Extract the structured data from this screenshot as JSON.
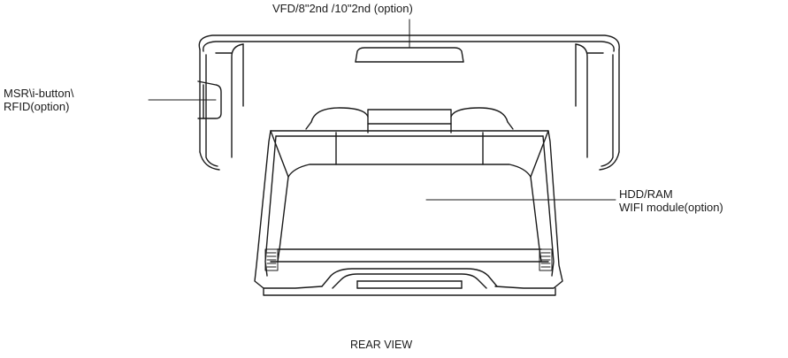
{
  "labels": {
    "vfd": "VFD/8\"2nd /10\"2nd (option)",
    "msr_line1": "MSR\\i-button\\",
    "msr_line2": "RFID(option)",
    "hdd_line1": "HDD/RAM",
    "hdd_line2": "WIFI module(option)",
    "view_caption": "REAR VIEW"
  },
  "colors": {
    "stroke": "#1a1a1a",
    "background": "#ffffff"
  }
}
